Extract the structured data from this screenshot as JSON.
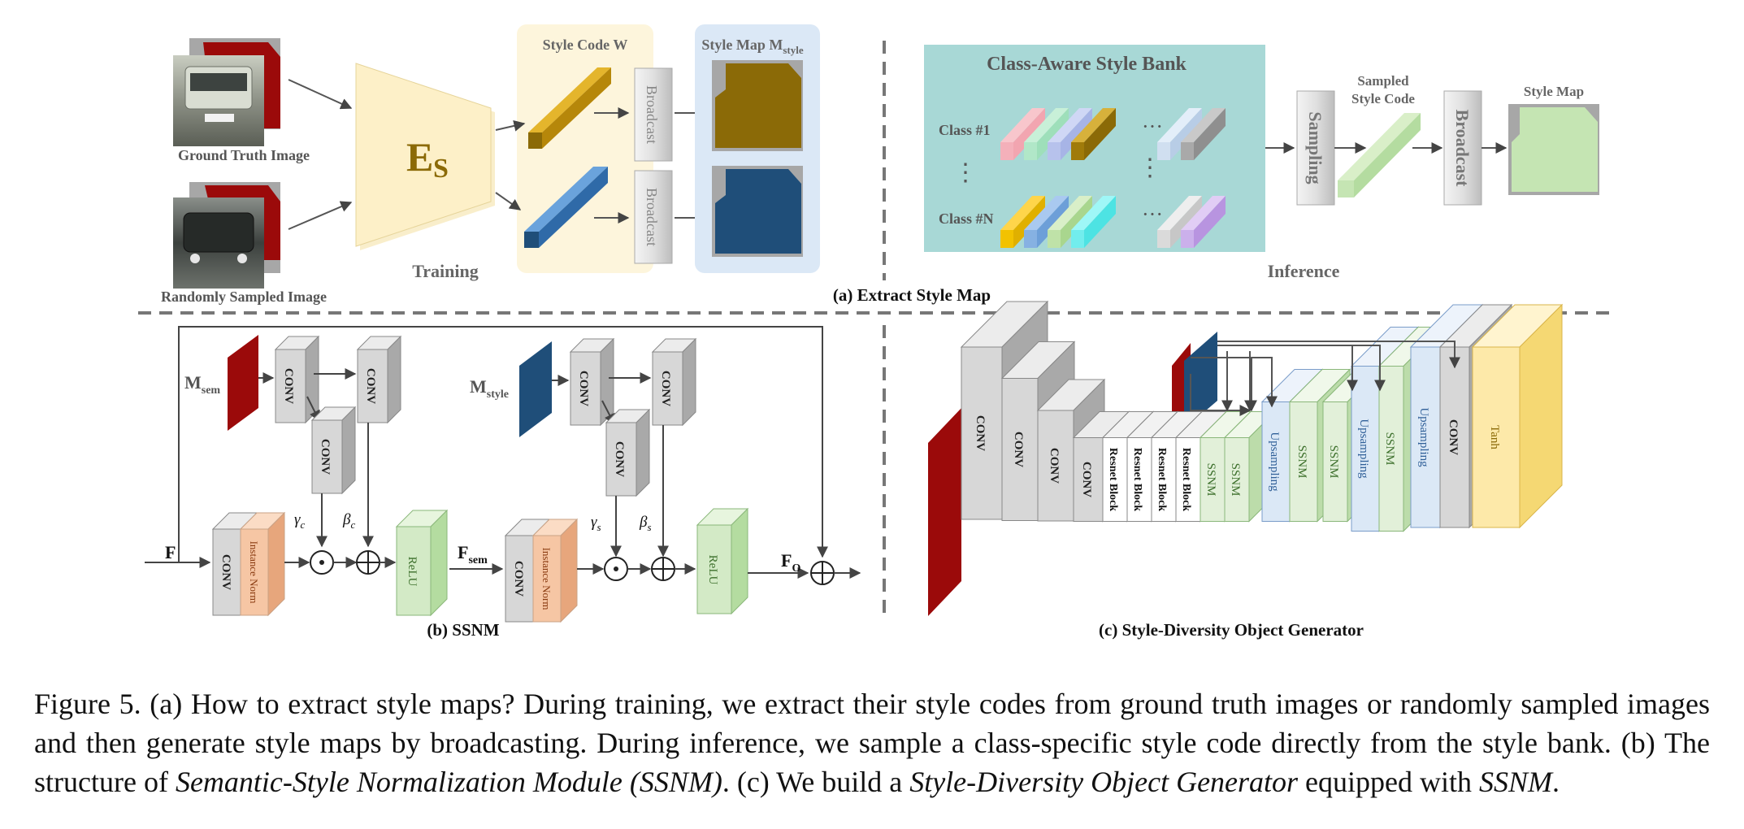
{
  "panel_a": {
    "training": {
      "gt_image_label": "Ground Truth Image",
      "random_image_label": "Randomly Sampled Image",
      "encoder_label": "E",
      "encoder_sub": "S",
      "style_code_title": "Style Code W",
      "style_map_title": "Style Map M",
      "style_map_sub": "style",
      "broadcast_label": "Broadcast",
      "section_label": "Training"
    },
    "inference": {
      "bank_title": "Class-Aware Style Bank",
      "class_first": "Class #1",
      "class_last": "Class #N",
      "ellipsis_h": "···",
      "ellipsis_v": "⋮",
      "sampling_label": "Sampling",
      "sampled_title_line1": "Sampled",
      "sampled_title_line2": "Style Code",
      "broadcast_label": "Broadcast",
      "style_map_title": "Style Map",
      "section_label": "Inference"
    },
    "title": "(a) Extract Style Map"
  },
  "panel_b": {
    "msem_label": "M",
    "msem_sub": "sem",
    "mstyle_label": "M",
    "mstyle_sub": "style",
    "conv_label": "CONV",
    "instnorm_label": "Instance Norm",
    "relu_label": "ReLU",
    "f_label": "F",
    "fsem_label": "F",
    "fsem_sub": "sem",
    "fo_label": "F",
    "fo_sub": "O",
    "gamma_c": "γ",
    "gamma_c_sub": "c",
    "beta_c": "β",
    "beta_c_sub": "c",
    "gamma_s": "γ",
    "gamma_s_sub": "s",
    "beta_s": "β",
    "beta_s_sub": "s",
    "title": "(b) SSNM"
  },
  "panel_c": {
    "blocks": [
      "CONV",
      "CONV",
      "CONV",
      "CONV",
      "Resnet Block",
      "Resnet Block",
      "Resnet Block",
      "Resnet Block",
      "SSNM",
      "SSNM",
      "Upsampling",
      "SSNM",
      "SSNM",
      "Upsampling",
      "SSNM",
      "Upsampling",
      "CONV",
      "Tanh"
    ],
    "title": "(c) Style-Diversity Object Generator"
  },
  "caption": {
    "p1": "Figure 5.  (a) How to extract style maps? During training, we extract their style codes from ground truth images or randomly sampled images and then generate style maps by broadcasting. During inference, we sample a class-specific style code directly from the style bank. (b) The structure of ",
    "p2": "Semantic-Style Normalization Module (SSNM)",
    "p3": ". (c) We build a ",
    "p4": "Style-Diversity Object Generator",
    "p5": " equipped with ",
    "p6": "SSNM",
    "p7": "."
  },
  "colors": {
    "encoder": "#fdf0c8",
    "code_gold": "#c99a12",
    "code_blue": "#3f7fc1",
    "map_gold": "#8b6a07",
    "map_blue": "#1f4e79",
    "bank_bg": "#a8d8d6",
    "instnorm": "#f6c6a4",
    "relu": "#d3eac6",
    "ssnm_block": "#e2f0d9",
    "upsampling_block": "#dbe8f6",
    "tanh_block": "#fde9a9",
    "mask_red": "#9b0a0a",
    "mask_blue": "#1f4e79"
  },
  "icons": [
    "car-photo-icon",
    "red-mask-icon",
    "blue-mask-icon"
  ]
}
